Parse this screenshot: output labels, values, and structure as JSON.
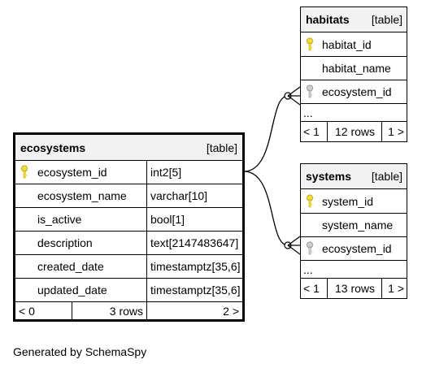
{
  "footer": "Generated by SchemaSpy",
  "colors": {
    "primary_key": "#f2dc3b",
    "foreign_key": "#bbbbbb",
    "header_bg": "#f2f2f2"
  },
  "ecosystems": {
    "name": "ecosystems",
    "kind": "[table]",
    "columns": [
      {
        "name": "ecosystem_id",
        "type": "int2[5]",
        "key": "primary"
      },
      {
        "name": "ecosystem_name",
        "type": "varchar[10]",
        "key": ""
      },
      {
        "name": "is_active",
        "type": "bool[1]",
        "key": ""
      },
      {
        "name": "description",
        "type": "text[2147483647]",
        "key": ""
      },
      {
        "name": "created_date",
        "type": "timestamptz[35,6]",
        "key": ""
      },
      {
        "name": "updated_date",
        "type": "timestamptz[35,6]",
        "key": ""
      }
    ],
    "nav_prev": "< 0",
    "rows": "3 rows",
    "nav_next": "2 >"
  },
  "habitats": {
    "name": "habitats",
    "kind": "[table]",
    "columns": [
      {
        "name": "habitat_id",
        "key": "primary"
      },
      {
        "name": "habitat_name",
        "key": ""
      },
      {
        "name": "ecosystem_id",
        "key": "foreign"
      }
    ],
    "more": "...",
    "nav_prev": "< 1",
    "rows": "12 rows",
    "nav_next": "1 >"
  },
  "systems": {
    "name": "systems",
    "kind": "[table]",
    "columns": [
      {
        "name": "system_id",
        "key": "primary"
      },
      {
        "name": "system_name",
        "key": ""
      },
      {
        "name": "ecosystem_id",
        "key": "foreign"
      }
    ],
    "more": "...",
    "nav_prev": "< 1",
    "rows": "13 rows",
    "nav_next": "1 >"
  }
}
